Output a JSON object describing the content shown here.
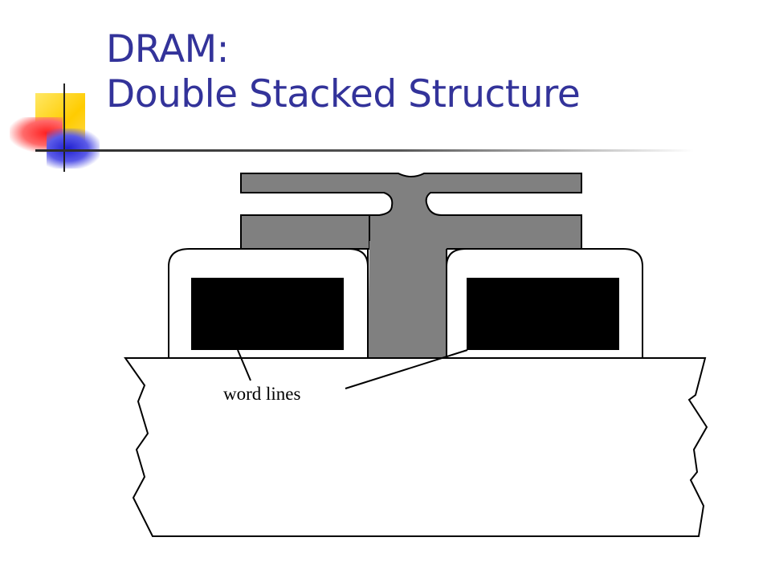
{
  "title": {
    "line1": "DRAM:",
    "line2": "Double Stacked Structure"
  },
  "diagram": {
    "label": "word lines"
  },
  "colors": {
    "title": "#33339a",
    "capacitor": "#808080",
    "word_line": "#000000",
    "outline": "#000000",
    "background": "#ffffff"
  }
}
